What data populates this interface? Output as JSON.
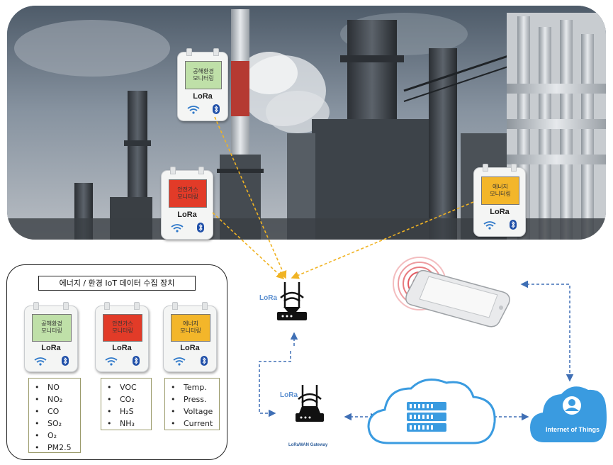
{
  "photo_devices": [
    {
      "screen_text": "공해환경\n모니터링",
      "screen_color": "#bfe0a8",
      "lora_label": "LoRa"
    },
    {
      "screen_text": "안전가스\n모니터링",
      "screen_color": "#e23b28",
      "lora_label": "LoRa"
    },
    {
      "screen_text": "에너지\n모니터링",
      "screen_color": "#f3b62a",
      "lora_label": "LoRa"
    }
  ],
  "collection_panel": {
    "title": "에너지 / 환경 IoT 데이터 수집 장치",
    "devices": [
      {
        "screen_text": "공해환경\n모니터링",
        "screen_color": "#bfe0a8",
        "lora_label": "LoRa",
        "measurements": [
          "NO",
          "NO₂",
          "CO",
          "SO₂",
          "O₂",
          "PM2.5"
        ]
      },
      {
        "screen_text": "안전가스\n모니터링",
        "screen_color": "#e23b28",
        "lora_label": "LoRa",
        "measurements": [
          "VOC",
          "CO₂",
          "H₂S",
          "NH₃"
        ]
      },
      {
        "screen_text": "에너지\n모니터링",
        "screen_color": "#f3b62a",
        "lora_label": "LoRa",
        "measurements": [
          "Temp.",
          "Press.",
          "Voltage",
          "Current"
        ]
      }
    ]
  },
  "network": {
    "lora_node_label": "LoRa",
    "gateway_label": "LoRa",
    "gateway_caption": "LoRaWAN Gateway",
    "iot_cloud_label": "Internet of Things"
  },
  "colors": {
    "lora_link": "#f0b323",
    "network_link": "#3f6fb5",
    "cloud_blue": "#3a9be0",
    "radio_red": "#d8242c",
    "icon_dark": "#111111",
    "bluetooth_blue": "#1f4fa8",
    "wifi_blue": "#2e78c9"
  },
  "icons": {
    "wifi": "wifi-icon",
    "bluetooth": "bluetooth-icon",
    "antenna": "antenna-tower-icon",
    "server": "server-rack-icon",
    "cloud": "cloud-icon",
    "user": "user-icon",
    "smartphone": "smartphone-icon"
  }
}
